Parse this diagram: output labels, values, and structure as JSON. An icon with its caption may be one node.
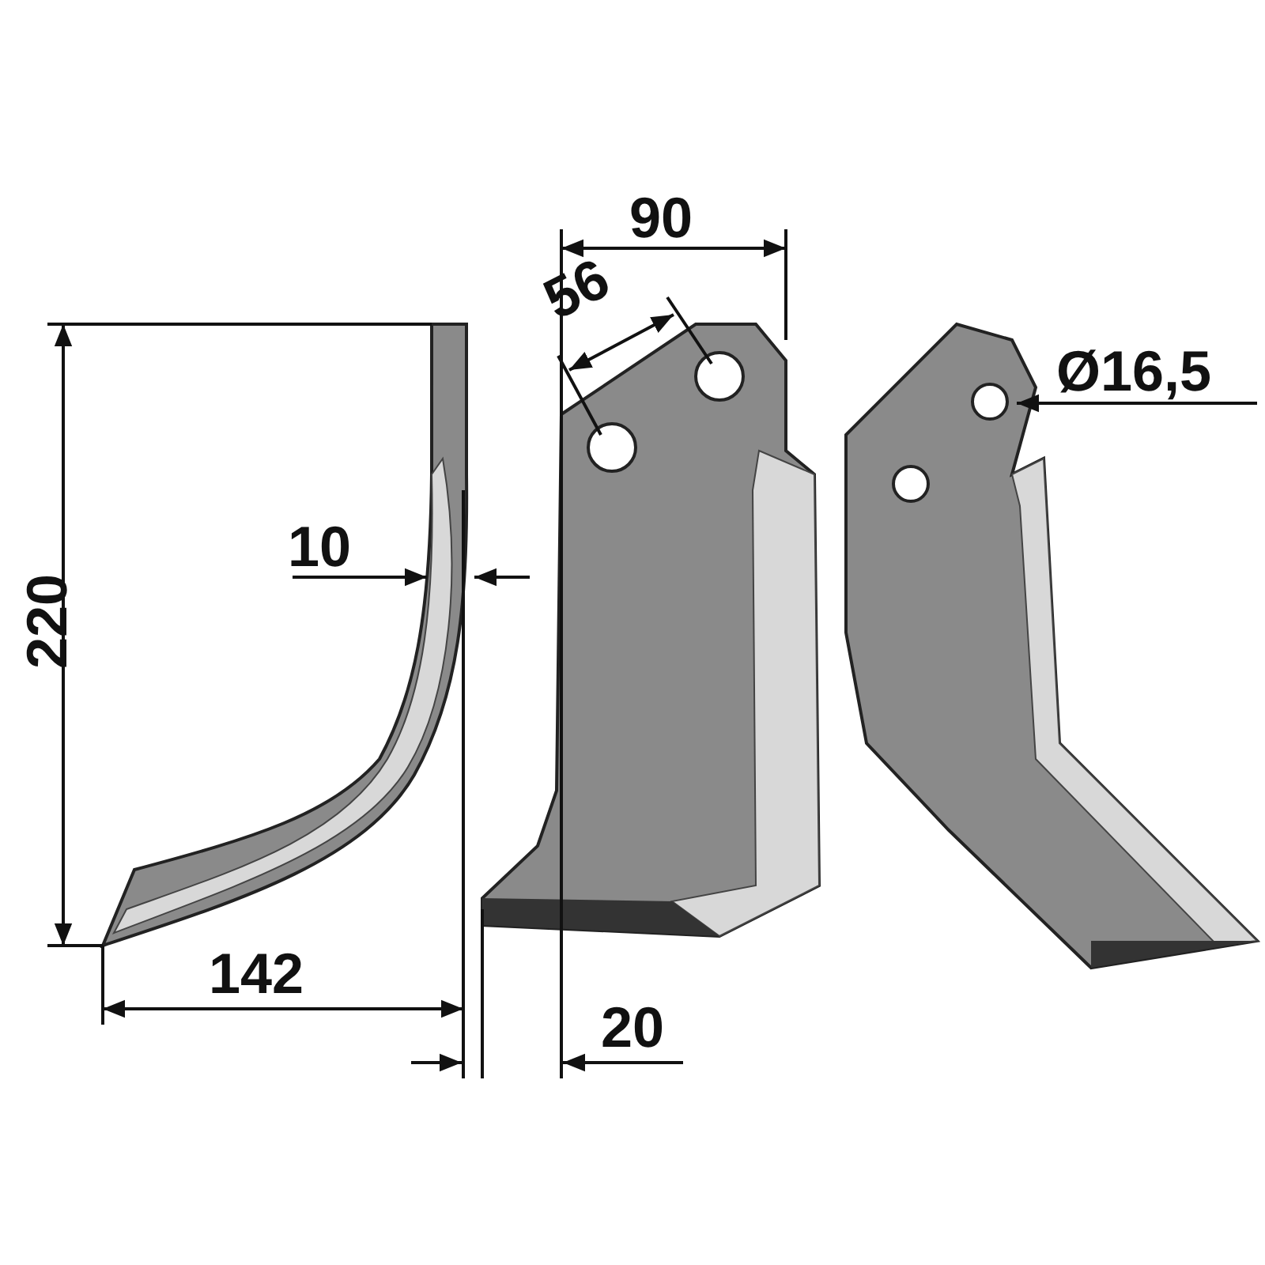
{
  "diagram": {
    "labels": [
      "90",
      "56",
      "Ø16,5",
      "220",
      "10",
      "142",
      "20"
    ]
  }
}
